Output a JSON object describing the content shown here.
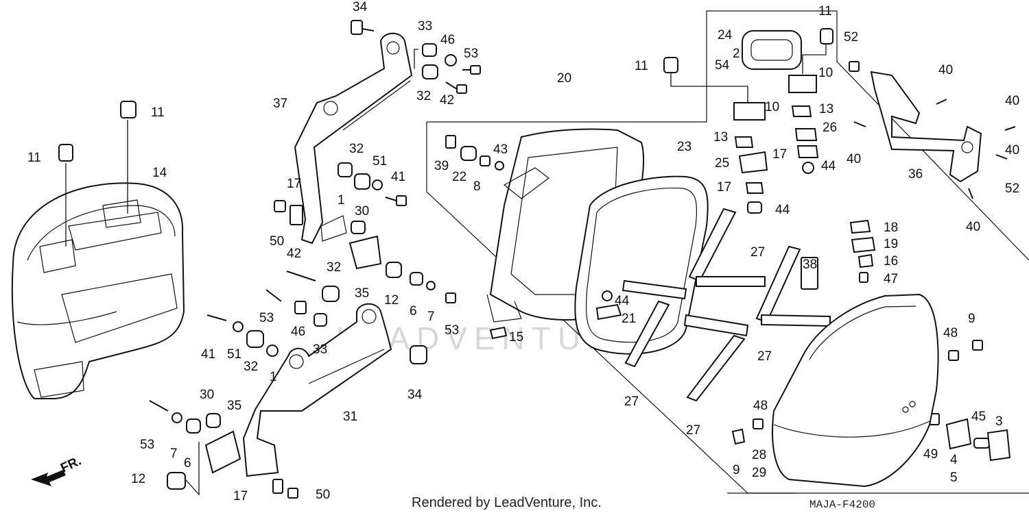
{
  "watermark": "LEADVENTURE",
  "footer": {
    "credit": "Rendered by LeadVenture, Inc.",
    "diagram_code": "MAJA-F4200"
  },
  "direction_label": "FR.",
  "callouts": [
    {
      "id": "c34a",
      "text": "34"
    },
    {
      "id": "c33a",
      "text": "33"
    },
    {
      "id": "c46a",
      "text": "46"
    },
    {
      "id": "c53a",
      "text": "53"
    },
    {
      "id": "c32a",
      "text": "32"
    },
    {
      "id": "c42a",
      "text": "42"
    },
    {
      "id": "c37",
      "text": "37"
    },
    {
      "id": "c11a",
      "text": "11"
    },
    {
      "id": "c11b",
      "text": "11"
    },
    {
      "id": "c14",
      "text": "14"
    },
    {
      "id": "c32b",
      "text": "32"
    },
    {
      "id": "c51a",
      "text": "51"
    },
    {
      "id": "c41a",
      "text": "41"
    },
    {
      "id": "c1a",
      "text": "1"
    },
    {
      "id": "c17a",
      "text": "17"
    },
    {
      "id": "c30a",
      "text": "30"
    },
    {
      "id": "c50a",
      "text": "50"
    },
    {
      "id": "c42b",
      "text": "42"
    },
    {
      "id": "c32c",
      "text": "32"
    },
    {
      "id": "c35a",
      "text": "35"
    },
    {
      "id": "c12a",
      "text": "12"
    },
    {
      "id": "c6a",
      "text": "6"
    },
    {
      "id": "c7a",
      "text": "7"
    },
    {
      "id": "c53b",
      "text": "53"
    },
    {
      "id": "c53c",
      "text": "53"
    },
    {
      "id": "c46b",
      "text": "46"
    },
    {
      "id": "c33b",
      "text": "33"
    },
    {
      "id": "c41b",
      "text": "41"
    },
    {
      "id": "c51b",
      "text": "51"
    },
    {
      "id": "c32d",
      "text": "32"
    },
    {
      "id": "c1b",
      "text": "1"
    },
    {
      "id": "c34b",
      "text": "34"
    },
    {
      "id": "c30b",
      "text": "30"
    },
    {
      "id": "c35b",
      "text": "35"
    },
    {
      "id": "c31",
      "text": "31"
    },
    {
      "id": "c53d",
      "text": "53"
    },
    {
      "id": "c7b",
      "text": "7"
    },
    {
      "id": "c6b",
      "text": "6"
    },
    {
      "id": "c12b",
      "text": "12"
    },
    {
      "id": "c17b",
      "text": "17"
    },
    {
      "id": "c50b",
      "text": "50"
    },
    {
      "id": "c20",
      "text": "20"
    },
    {
      "id": "c39",
      "text": "39"
    },
    {
      "id": "c22",
      "text": "22"
    },
    {
      "id": "c8",
      "text": "8"
    },
    {
      "id": "c43",
      "text": "43"
    },
    {
      "id": "c11c",
      "text": "11"
    },
    {
      "id": "c24",
      "text": "24"
    },
    {
      "id": "c2",
      "text": "2"
    },
    {
      "id": "c54",
      "text": "54"
    },
    {
      "id": "c11d",
      "text": "11"
    },
    {
      "id": "c10a",
      "text": "10"
    },
    {
      "id": "c10b",
      "text": "10"
    },
    {
      "id": "c13a",
      "text": "13"
    },
    {
      "id": "c13b",
      "text": "13"
    },
    {
      "id": "c26",
      "text": "26"
    },
    {
      "id": "c25",
      "text": "25"
    },
    {
      "id": "c17c",
      "text": "17"
    },
    {
      "id": "c44a",
      "text": "44"
    },
    {
      "id": "c17d",
      "text": "17"
    },
    {
      "id": "c44b",
      "text": "44"
    },
    {
      "id": "c23",
      "text": "23"
    },
    {
      "id": "c52a",
      "text": "52"
    },
    {
      "id": "c40a",
      "text": "40"
    },
    {
      "id": "c40b",
      "text": "40"
    },
    {
      "id": "c40c",
      "text": "40"
    },
    {
      "id": "c40d",
      "text": "40"
    },
    {
      "id": "c36",
      "text": "36"
    },
    {
      "id": "c52b",
      "text": "52"
    },
    {
      "id": "c40e",
      "text": "40"
    },
    {
      "id": "c18",
      "text": "18"
    },
    {
      "id": "c19",
      "text": "19"
    },
    {
      "id": "c16",
      "text": "16"
    },
    {
      "id": "c47",
      "text": "47"
    },
    {
      "id": "c27a",
      "text": "27"
    },
    {
      "id": "c38",
      "text": "38"
    },
    {
      "id": "c44c",
      "text": "44"
    },
    {
      "id": "c21",
      "text": "21"
    },
    {
      "id": "c15",
      "text": "15"
    },
    {
      "id": "c27b",
      "text": "27"
    },
    {
      "id": "c27c",
      "text": "27"
    },
    {
      "id": "c27d",
      "text": "27"
    },
    {
      "id": "c9a",
      "text": "9"
    },
    {
      "id": "c48a",
      "text": "48"
    },
    {
      "id": "c48b",
      "text": "48"
    },
    {
      "id": "c28",
      "text": "28"
    },
    {
      "id": "c29",
      "text": "29"
    },
    {
      "id": "c9b",
      "text": "9"
    },
    {
      "id": "c45",
      "text": "45"
    },
    {
      "id": "c3",
      "text": "3"
    },
    {
      "id": "c49",
      "text": "49"
    },
    {
      "id": "c4",
      "text": "4"
    },
    {
      "id": "c5",
      "text": "5"
    }
  ]
}
